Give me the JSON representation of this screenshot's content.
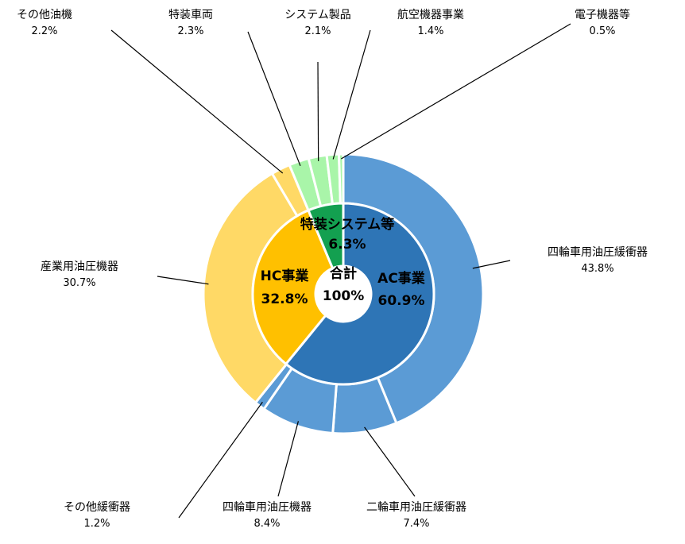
{
  "chart_data": {
    "type": "pie",
    "center": {
      "label": "合計",
      "value": "100%"
    },
    "inner": [
      {
        "name": "AC事業",
        "value": 60.9,
        "label": "60.9%",
        "color": "#2e75b6"
      },
      {
        "name": "HC事業",
        "value": 32.8,
        "label": "32.8%",
        "color": "#ffc000"
      },
      {
        "name": "特装システム等",
        "value": 6.3,
        "label": "6.3%",
        "color": "#13a050"
      }
    ],
    "outer": [
      {
        "name": "四輪車用油圧緩衝器",
        "value": 43.8,
        "label": "43.8%",
        "group": "AC事業",
        "color": "#5b9bd5"
      },
      {
        "name": "二輪車用油圧緩衝器",
        "value": 7.4,
        "label": "7.4%",
        "group": "AC事業",
        "color": "#5b9bd5"
      },
      {
        "name": "四輪車用油圧機器",
        "value": 8.4,
        "label": "8.4%",
        "group": "AC事業",
        "color": "#5b9bd5"
      },
      {
        "name": "その他緩衝器",
        "value": 1.2,
        "label": "1.2%",
        "group": "AC事業",
        "color": "#5b9bd5"
      },
      {
        "name": "産業用油圧機器",
        "value": 30.7,
        "label": "30.7%",
        "group": "HC事業",
        "color": "#ffd966"
      },
      {
        "name": "その他油機",
        "value": 2.2,
        "label": "2.2%",
        "group": "HC事業",
        "color": "#ffd966"
      },
      {
        "name": "特装車両",
        "value": 2.3,
        "label": "2.3%",
        "group": "特装システム等",
        "color": "#a9f5a9"
      },
      {
        "name": "システム製品",
        "value": 2.1,
        "label": "2.1%",
        "group": "特装システム等",
        "color": "#a9f5a9"
      },
      {
        "name": "航空機器事業",
        "value": 1.4,
        "label": "1.4%",
        "group": "特装システム等",
        "color": "#a9f5a9"
      },
      {
        "name": "電子機器等",
        "value": 0.5,
        "label": "0.5%",
        "group": "特装システム等",
        "color": "#a9f5a9"
      }
    ]
  }
}
